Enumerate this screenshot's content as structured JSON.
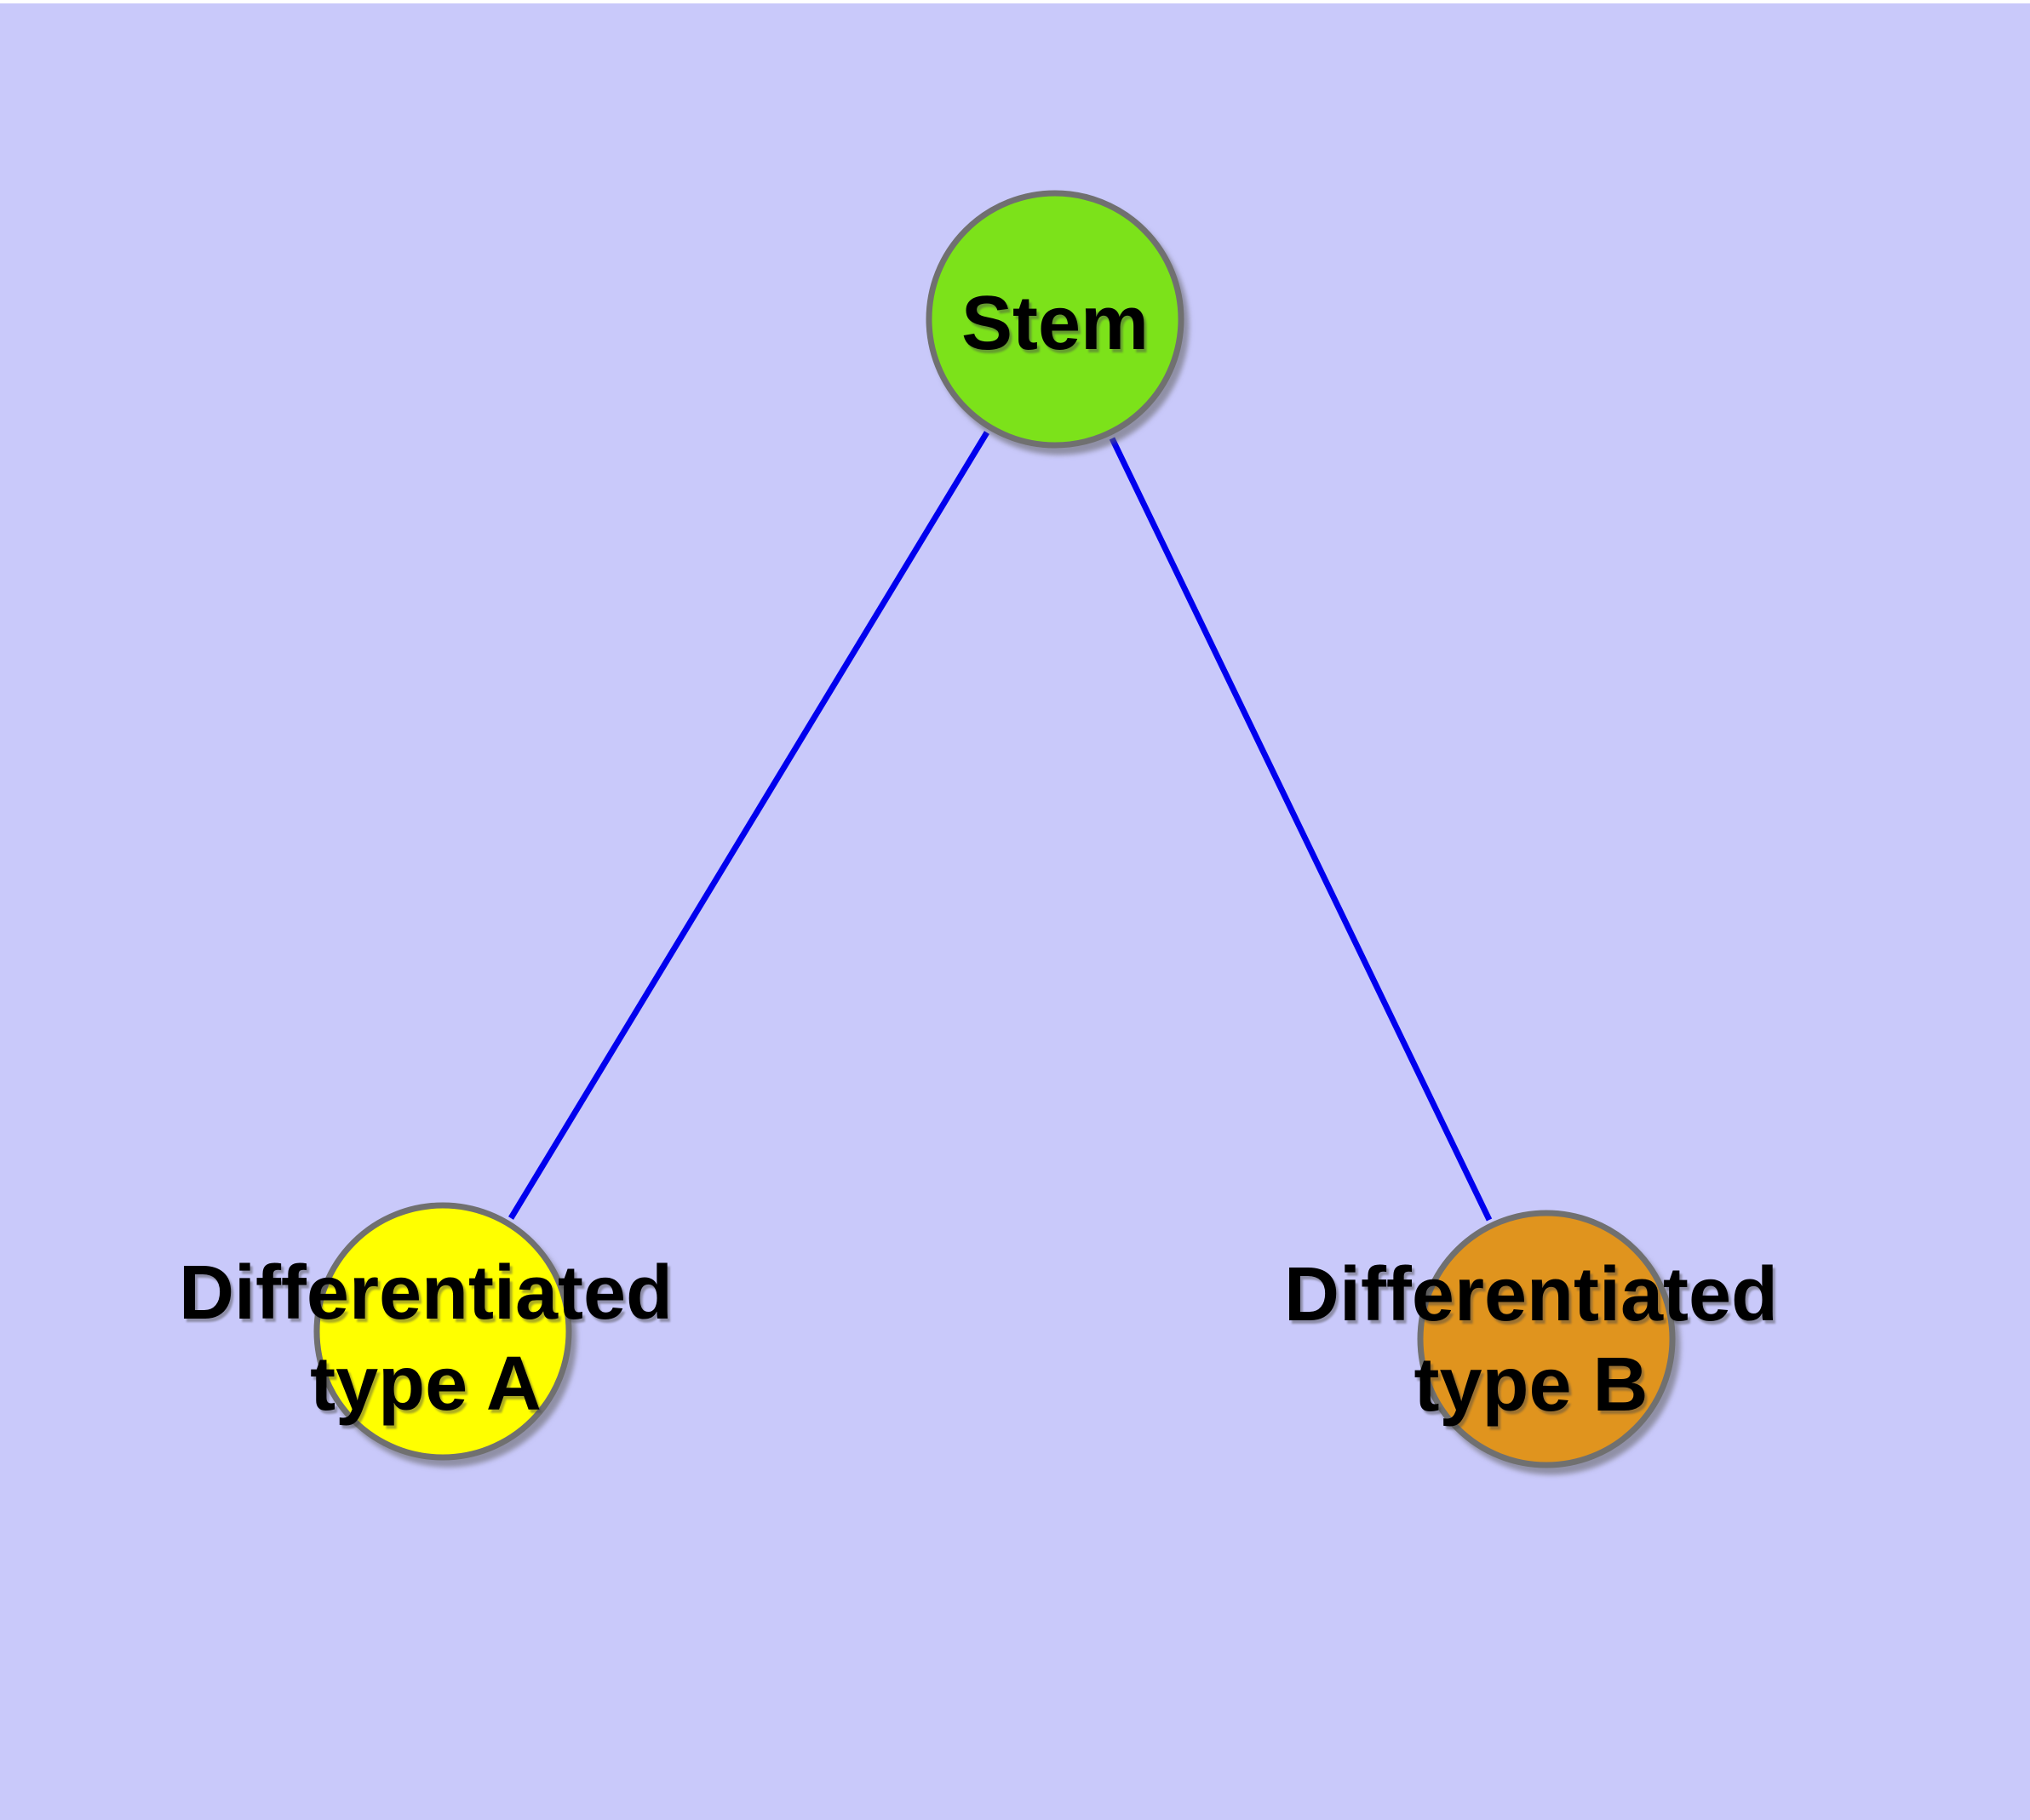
{
  "diagram": {
    "background_color": "#c9c9fa",
    "top_margin_color": "#ffffff",
    "edge_color": "#0000ee",
    "node_border_color": "#707070",
    "label_color": "#000000",
    "nodes": [
      {
        "id": "stem",
        "label": "Stem",
        "fill": "#7ce21a"
      },
      {
        "id": "differentiated-type-a",
        "label_line1": "Differentiated",
        "label_line2": "type A",
        "fill": "#ffff00"
      },
      {
        "id": "differentiated-type-b",
        "label_line1": "Differentiated",
        "label_line2": "type B",
        "fill": "#e0941e"
      }
    ],
    "edges": [
      {
        "from": "stem",
        "to": "differentiated-type-a"
      },
      {
        "from": "stem",
        "to": "differentiated-type-b"
      }
    ]
  }
}
